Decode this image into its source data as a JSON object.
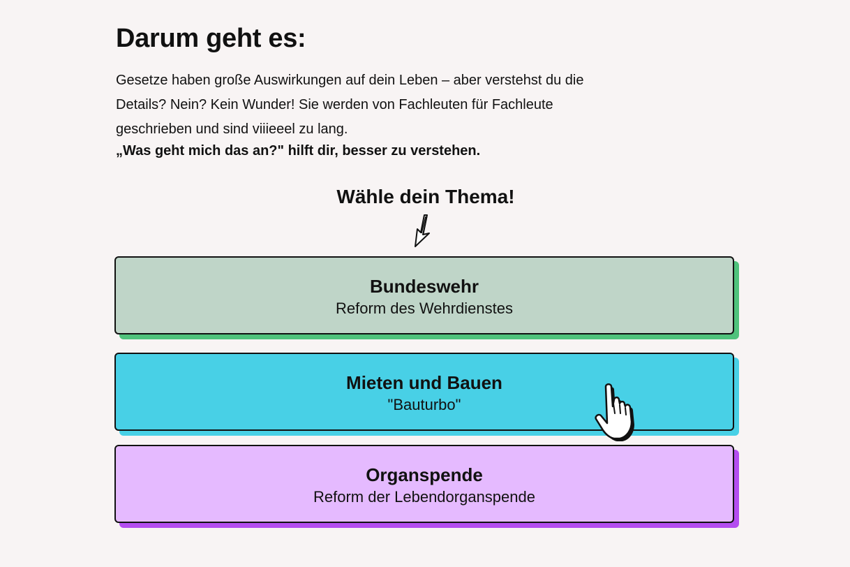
{
  "intro": {
    "title": "Darum geht es:",
    "text_lines": [
      "Gesetze haben große Auswirkungen auf dein Leben – aber verstehst du die",
      "Details? Nein? Kein Wunder! Sie werden von Fachleuten für Fachleute",
      "geschrieben und sind viiieeel zu lang."
    ],
    "strong_text": "„Was geht mich das an?\" hilft dir, besser zu verstehen."
  },
  "chooser": {
    "title": "Wähle dein Thema!",
    "arrow_icon": "hand-drawn-down-arrow-icon"
  },
  "topics": [
    {
      "title": "Bundeswehr",
      "subtitle": "Reform des Wehrdienstes",
      "bg_color": "#bfd5c8",
      "shadow_color": "#4fc27c"
    },
    {
      "title": "Mieten und Bauen",
      "subtitle": "\"Bauturbo\"",
      "bg_color": "#48d0e6",
      "shadow_color": "#48d0e6"
    },
    {
      "title": "Organspende",
      "subtitle": "Reform der Lebendorganspende",
      "bg_color": "#e5baff",
      "shadow_color": "#b44df0"
    }
  ],
  "cursor_icon": "pointing-hand-cursor-icon",
  "colors": {
    "background": "#f8f4f4",
    "text": "#111111",
    "border": "#111111"
  }
}
